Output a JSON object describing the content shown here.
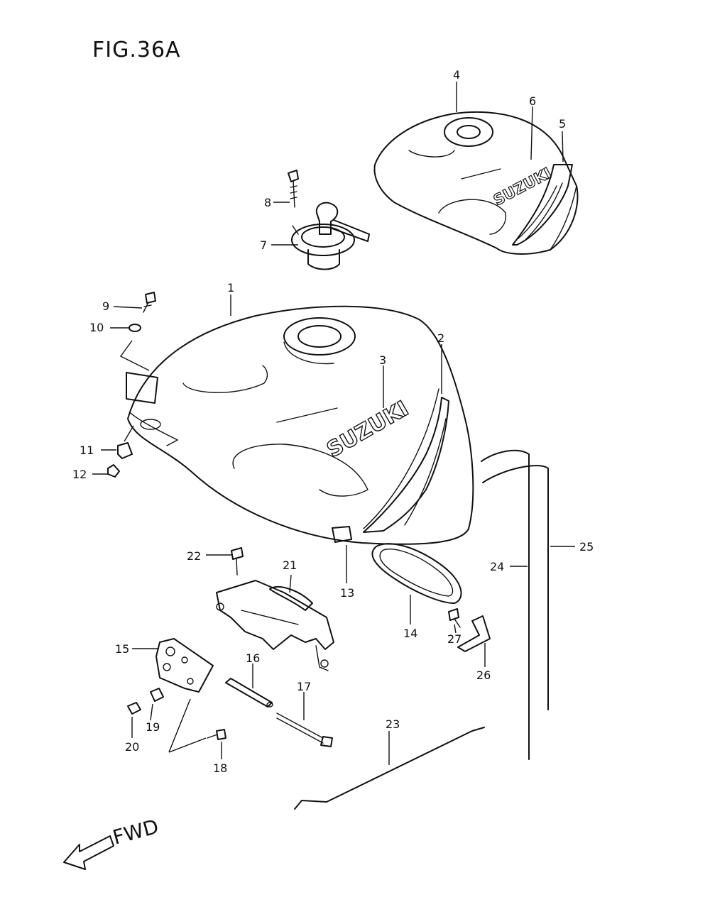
{
  "figure": {
    "title": "FIG.36A"
  },
  "direction": {
    "label": "FWD"
  },
  "logos": {
    "tank": "SUZUKI",
    "cover": "SUZUKI"
  },
  "callouts": [
    {
      "id": "p1",
      "label": "1"
    },
    {
      "id": "p2",
      "label": "2"
    },
    {
      "id": "p3",
      "label": "3"
    },
    {
      "id": "p4",
      "label": "4"
    },
    {
      "id": "p5",
      "label": "5"
    },
    {
      "id": "p6",
      "label": "6"
    },
    {
      "id": "p7",
      "label": "7"
    },
    {
      "id": "p8",
      "label": "8"
    },
    {
      "id": "p9",
      "label": "9"
    },
    {
      "id": "p10",
      "label": "10"
    },
    {
      "id": "p11",
      "label": "11"
    },
    {
      "id": "p12",
      "label": "12"
    },
    {
      "id": "p13",
      "label": "13"
    },
    {
      "id": "p14",
      "label": "14"
    },
    {
      "id": "p15",
      "label": "15"
    },
    {
      "id": "p16",
      "label": "16"
    },
    {
      "id": "p17",
      "label": "17"
    },
    {
      "id": "p18",
      "label": "18"
    },
    {
      "id": "p19",
      "label": "19"
    },
    {
      "id": "p20",
      "label": "20"
    },
    {
      "id": "p21",
      "label": "21"
    },
    {
      "id": "p22",
      "label": "22"
    },
    {
      "id": "p23",
      "label": "23"
    },
    {
      "id": "p24",
      "label": "24"
    },
    {
      "id": "p25",
      "label": "25"
    },
    {
      "id": "p26",
      "label": "26"
    },
    {
      "id": "p27",
      "label": "27"
    }
  ]
}
